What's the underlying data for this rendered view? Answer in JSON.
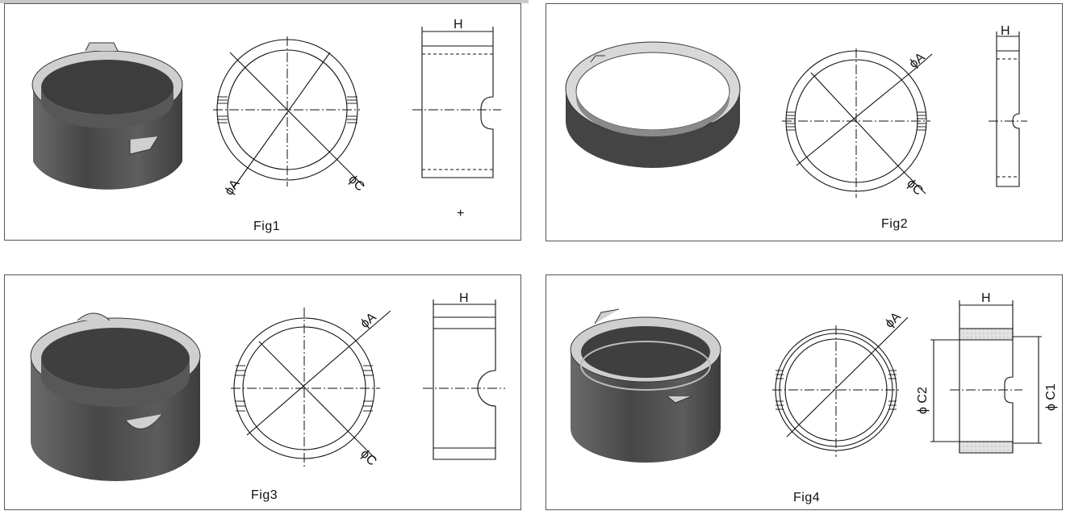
{
  "figures": [
    {
      "caption": "Fig1",
      "labels": {
        "h": "H",
        "a": "ϕA",
        "c": "ϕC"
      },
      "extra_mark": "+"
    },
    {
      "caption": "Fig2",
      "labels": {
        "h": "H",
        "a": "ϕA",
        "c": "ϕC"
      }
    },
    {
      "caption": "Fig3",
      "labels": {
        "h": "H",
        "a": "ϕA",
        "c": "ϕC"
      }
    },
    {
      "caption": "Fig4",
      "labels": {
        "h": "H",
        "a": "ϕA",
        "c2": "ϕ C2",
        "c1": "ϕ C1"
      }
    }
  ],
  "colors": {
    "ring_dark": "#555555",
    "ring_light": "#d9d9d9",
    "line": "#111111",
    "border": "#555555"
  }
}
